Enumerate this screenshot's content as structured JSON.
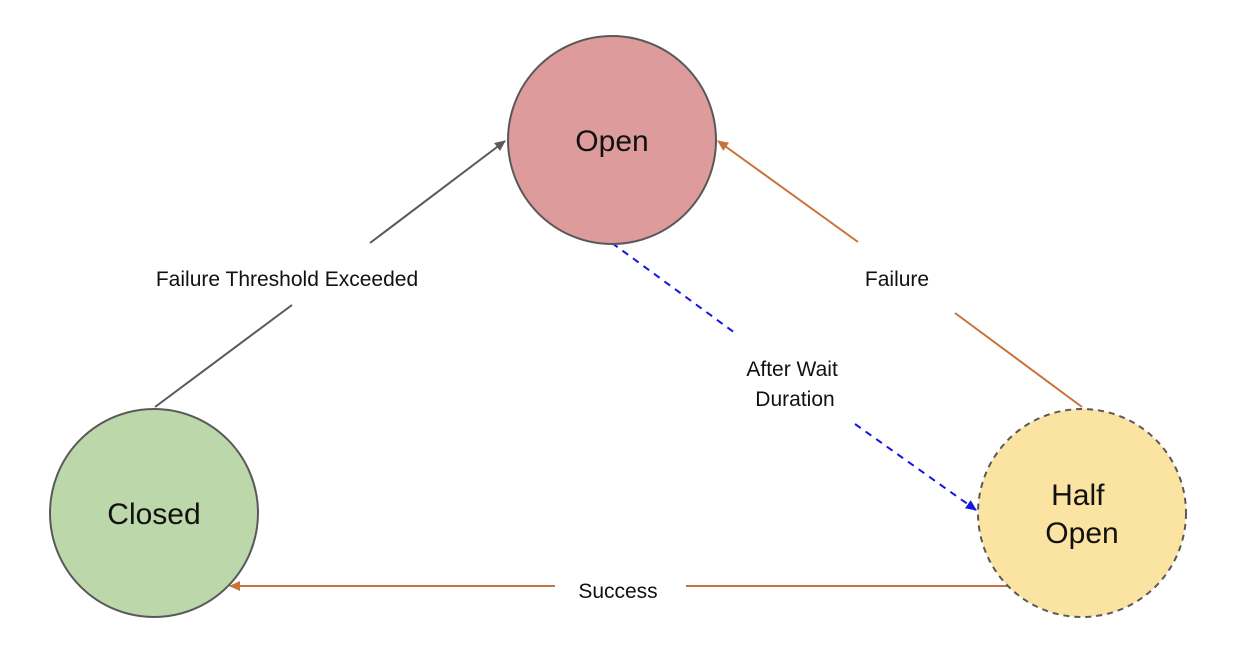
{
  "states": {
    "open": {
      "label": "Open",
      "fill": "#de9b9b"
    },
    "closed": {
      "label": "Closed",
      "fill": "#bcd7a9"
    },
    "half_open": {
      "label_line1": "Half",
      "label_line2": "Open",
      "fill": "#fbe3a1"
    }
  },
  "transitions": {
    "closed_to_open": {
      "label": "Failure Threshold Exceeded",
      "color": "#595959"
    },
    "half_open_to_open": {
      "label": "Failure",
      "color": "#c8733a"
    },
    "open_to_half_open": {
      "label_line1": "After Wait",
      "label_line2": "Duration",
      "color": "#1414e6"
    },
    "half_open_to_closed": {
      "label": "Success",
      "color": "#c8733a"
    }
  },
  "colors": {
    "node_stroke": "#595959",
    "background": "#ffffff"
  }
}
